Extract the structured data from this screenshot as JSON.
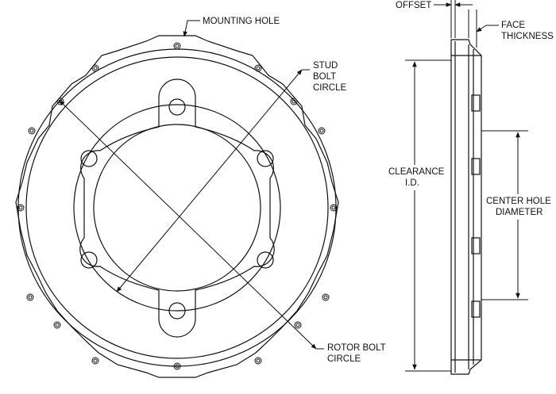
{
  "labels": {
    "mounting_hole": "MOUNTING HOLE",
    "stud_bolt_circle": [
      "STUD",
      "BOLT",
      "CIRCLE"
    ],
    "rotor_bolt_circle": [
      "ROTOR BOLT",
      "CIRCLE"
    ],
    "offset": "OFFSET",
    "face_thickness": [
      "FACE",
      "THICKNESS"
    ],
    "clearance_id": [
      "CLEARANCE",
      "I.D."
    ],
    "center_hole_diameter": [
      "CENTER HOLE",
      "DIAMETER"
    ]
  },
  "colors": {
    "line": "#111111",
    "background": "#ffffff"
  }
}
